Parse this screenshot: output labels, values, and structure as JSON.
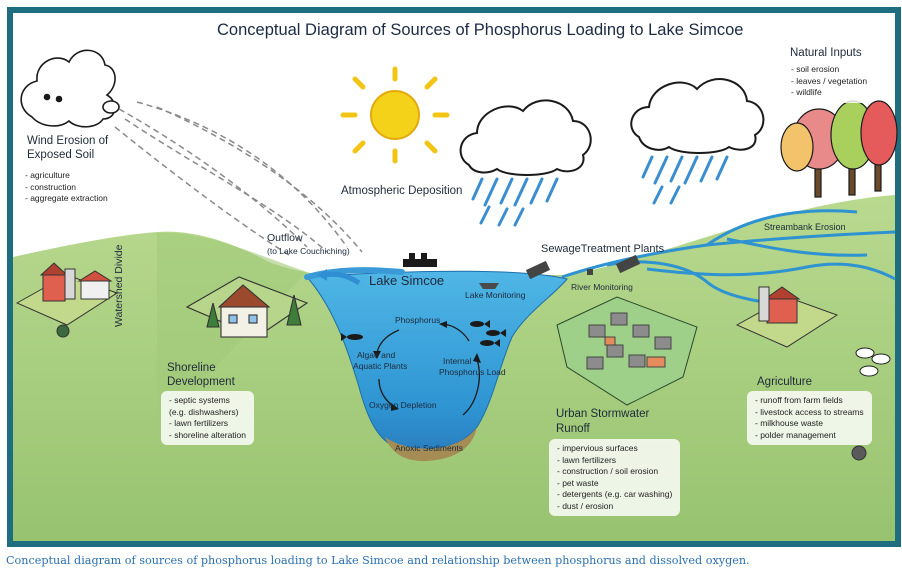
{
  "title": "Conceptual Diagram of Sources of Phosphorus Loading to Lake Simcoe",
  "caption": "Conceptual diagram of sources of phosphorus loading to Lake Simcoe and relationship between phosphorus and dissolved oxygen.",
  "wind": {
    "heading1": "Wind Erosion of",
    "heading2": "Exposed Soil",
    "items": [
      "- agriculture",
      "- construction",
      "- aggregate extraction"
    ]
  },
  "atmospheric": "Atmospheric Deposition",
  "natural": {
    "heading": "Natural Inputs",
    "items": [
      "- soil erosion",
      "- leaves / vegetation",
      "- wildlife"
    ]
  },
  "streambank": "Streambank Erosion",
  "sewage": "SewageTreatment Plants",
  "river_monitoring": "River Monitoring",
  "outflow": {
    "heading": "Outflow",
    "sub": "(to Lake Couchiching)"
  },
  "watershed_divide": "Watershed Divide",
  "lake": {
    "name": "Lake Simcoe",
    "monitoring": "Lake Monitoring",
    "phosphorus": "Phosphorus",
    "algae1": "Algae and",
    "algae2": "Aquatic Plants",
    "internal1": "Internal",
    "internal2": "Phosphorus Load",
    "oxygen": "Oxygen Depletion",
    "sediments": "Anoxic Sediments"
  },
  "shoreline": {
    "heading1": "Shoreline",
    "heading2": "Development",
    "items": [
      "- septic systems",
      "(e.g. dishwashers)",
      "- lawn fertilizers",
      "- shoreline alteration"
    ]
  },
  "urban": {
    "heading1": "Urban Stormwater",
    "heading2": "Runoff",
    "items": [
      "- impervious surfaces",
      "- lawn fertilizers",
      "- construction / soil erosion",
      "- pet waste",
      "- detergents (e.g. car washing)",
      "- dust / erosion"
    ]
  },
  "agriculture": {
    "heading": "Agriculture",
    "items": [
      "- runoff from farm fields",
      "- livestock access to streams",
      "- milkhouse waste",
      "- polder management"
    ]
  },
  "colors": {
    "frame": "#1f6e80",
    "sky": "#ffffff",
    "land": "#a8cf82",
    "lake": "#3ba6dd",
    "sun": "#f5d21a",
    "caption": "#2a6fb0"
  }
}
